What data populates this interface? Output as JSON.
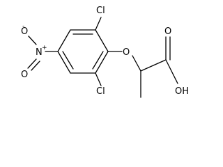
{
  "molecule": {
    "atom_labels": {
      "cl_top": "Cl",
      "cl_bottom": "Cl",
      "nitro_oxygen_top": "O",
      "nitro_oxygen_top_charge": "-",
      "nitro_nitrogen": "N",
      "nitro_nitrogen_charge": "+",
      "nitro_oxygen_bottom": "O",
      "ether_oxygen": "O",
      "carbonyl_oxygen": "O",
      "hydroxyl": "OH"
    }
  }
}
